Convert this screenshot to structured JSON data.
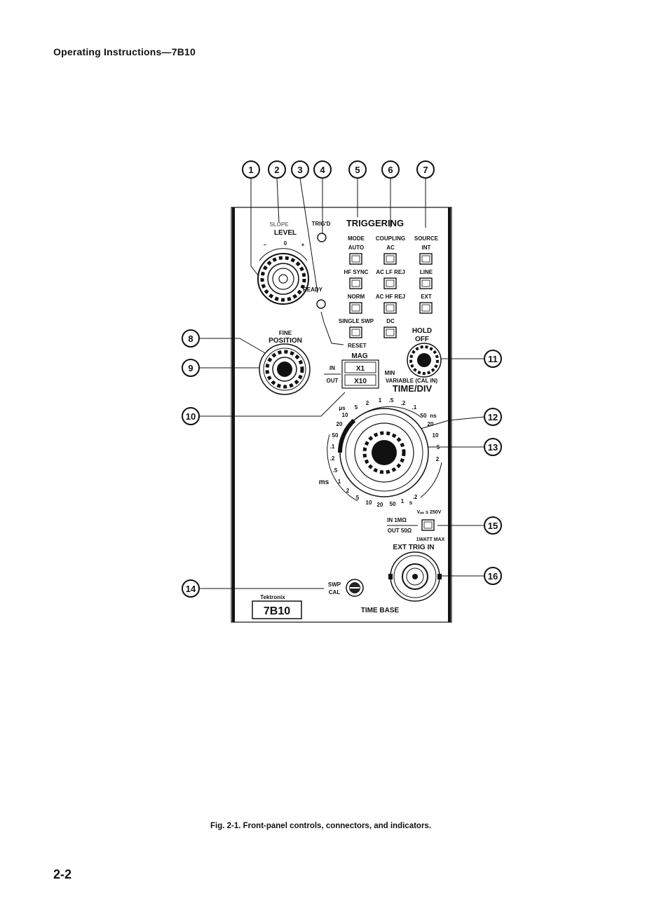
{
  "header": "Operating Instructions—7B10",
  "caption": "Fig. 2-1. Front-panel controls, connectors, and indicators.",
  "page_number": "2-2",
  "callouts": [
    "1",
    "2",
    "3",
    "4",
    "5",
    "6",
    "7",
    "8",
    "9",
    "10",
    "11",
    "12",
    "13",
    "14",
    "15",
    "16"
  ],
  "panel": {
    "slope": "SLOPE",
    "level": "LEVEL",
    "minus": "–",
    "zero": "0",
    "plus": "+",
    "trigd": "TRIG'D",
    "ready": "READY",
    "reset": "RESET",
    "triggering": "TRIGGERING",
    "mode": "MODE",
    "coupling": "COUPLING",
    "source": "SOURCE",
    "mode_buttons": [
      "AUTO",
      "HF SYNC",
      "NORM",
      "SINGLE SWP"
    ],
    "coupling_buttons": [
      "AC",
      "AC LF REJ",
      "AC HF REJ",
      "DC"
    ],
    "source_buttons": [
      "INT",
      "LINE",
      "EXT"
    ],
    "fine": "FINE",
    "position": "POSITION",
    "hold": "HOLD",
    "off": "OFF",
    "min": "MIN",
    "mag": "MAG",
    "in": "IN",
    "out": "OUT",
    "x1": "X1",
    "x10": "X10",
    "variable": "VARIABLE (CAL IN)",
    "timediv": "TIME/DIV",
    "us": "μs",
    "ns": "ns",
    "ms": "ms",
    "s": "s",
    "dial_labels": [
      "5",
      "2",
      "1",
      ".5",
      ".2",
      ".1",
      "50",
      "20",
      "10",
      "5",
      "2",
      "10",
      "20",
      "50",
      ".1",
      ".2",
      ".5",
      "1",
      "2",
      "5",
      "10",
      "20",
      "50",
      "1",
      ".2"
    ],
    "ext_in": "IN 1MΩ",
    "ext_out": "OUT 50Ω",
    "vpk": "Vₚₖ ≤ 250V",
    "watt": "1WATT MAX",
    "ext_trig_in": "EXT TRIG IN",
    "swp": "SWP",
    "cal": "CAL",
    "brand": "Tektronix",
    "model": "7B10",
    "time_base": "TIME BASE"
  }
}
